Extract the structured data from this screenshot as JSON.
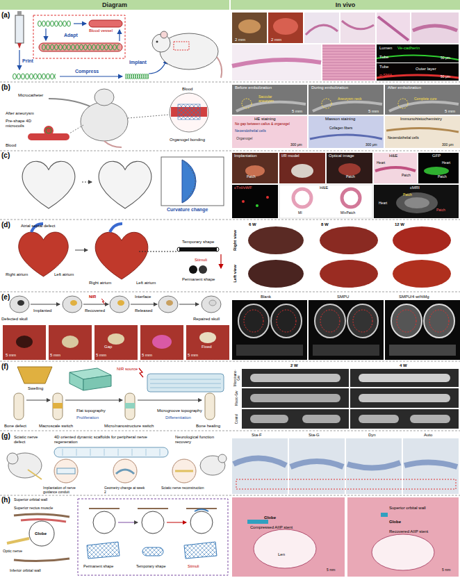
{
  "diagram": {
    "nodes": [
      {
        "text": [
          "Diagram"
        ]
      },
      {
        "text": [
          "In vivo"
        ]
      }
    ],
    "labels": [
      "(a)",
      "(b)",
      "(c)",
      "(d)",
      "(e)",
      "(f)",
      "(g)",
      "(h)",
      "Adapt",
      "Blood vessel",
      "Print",
      "Compress",
      "Implant",
      "2 mm",
      "2 mm",
      "Lumen",
      "Ve-cadherin",
      "Tube",
      "50 μm",
      "Tube",
      "α-SMA",
      "Outer layer",
      "50 μm",
      "Microcatheter",
      "After aneurysm",
      "Pre-shape 4D microcoils",
      "Blood",
      "Blood",
      "Organogel bonding",
      "Before embolization",
      "During embolization",
      "After embolization",
      "Saccular aneurysm",
      "Aneurysm neck",
      "Complete cure",
      "5 mm",
      "5 mm",
      "5 mm",
      "HE staining",
      "Masson staining",
      "Immunohistochemistry",
      "No gap between callus & organogel",
      "Neoendothelial cells",
      "Organogel",
      "Collagen fibers",
      "Neoendothelial cells",
      "300 μm",
      "300 μm",
      "300 μm",
      "Curvature change",
      "Implantation",
      "I/R model",
      "Optical image",
      "H&E",
      "GFP",
      "Patch",
      "Patch",
      "Heart",
      "Patch",
      "Heart",
      "Patch",
      "cTnI/vWF",
      "H&E",
      "MI",
      "MI+Patch",
      "cMRI",
      "Heart",
      "Patch",
      "Patch",
      "Atrial septal defect",
      "Right atrium",
      "Left atrium",
      "Right atrium",
      "Left atrium",
      "Temporary shape",
      "Stimuli",
      "Permanent shape",
      "Right view",
      "Left view",
      "6 W",
      "8 W",
      "12 W",
      "Defected skull",
      "Implanted",
      "NIR",
      "Recovered",
      "Interface",
      "Released",
      "Repaired skull",
      "5 mm",
      "5 mm",
      "Gap",
      "5 mm",
      "5 mm",
      "Fixed",
      "5 mm",
      "Blank",
      "SMPU",
      "SMPU/4 wt%Mg",
      "Swelling",
      "NIR source",
      "Bone defect",
      "Macroscale switch",
      "Flat topography",
      "Proliferation",
      "Micro/nanostructure switch",
      "Microgroove topography",
      "Differentiation",
      "Bone healing",
      "2 W",
      "4 W",
      "Micro/nano-Grv",
      "Macro-Grv",
      "Control",
      "Sciatic nerve defect",
      "4D oriented dynamic scaffolds for peripheral nerve regeneration",
      "Neurological function recovery",
      "Implantation of nerve guidance conduit",
      "Geometry change at week 2",
      "Sciatic nerve reconstruction",
      "Sta-F",
      "Sta-G",
      "Dyn",
      "Auto",
      "Superior orbital wall",
      "Superior rectus muscle",
      "Globe",
      "Optic nerve",
      "Inferior orbital wall",
      "Permanent shape",
      "Temporary shape",
      "Stimuli",
      "Globe",
      "Compressed AIIP stent",
      "Len",
      "5 mm",
      "Superior orbital wall",
      "Globe",
      "Recovered AIIP stent",
      "5 mm"
    ]
  }
}
